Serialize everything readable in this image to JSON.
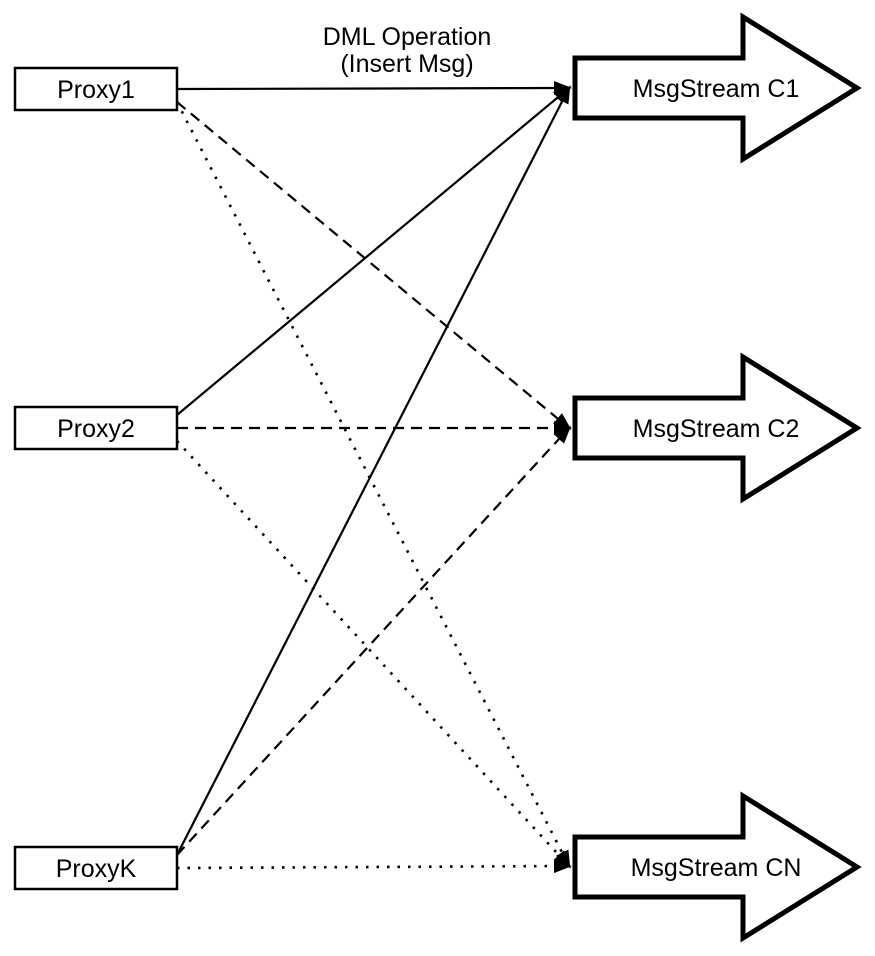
{
  "diagram": {
    "title_label": {
      "line1": "DML Operation",
      "line2": "(Insert Msg)"
    },
    "proxies": [
      {
        "id": "proxy1",
        "label": "Proxy1"
      },
      {
        "id": "proxy2",
        "label": "Proxy2"
      },
      {
        "id": "proxyk",
        "label": "ProxyK"
      }
    ],
    "streams": [
      {
        "id": "c1",
        "label": "MsgStream C1"
      },
      {
        "id": "c2",
        "label": "MsgStream C2"
      },
      {
        "id": "cn",
        "label": "MsgStream CN"
      }
    ],
    "edges": [
      {
        "from": "proxy1",
        "to": "c1",
        "style": "solid"
      },
      {
        "from": "proxy1",
        "to": "c2",
        "style": "dashed"
      },
      {
        "from": "proxy1",
        "to": "cn",
        "style": "dotted"
      },
      {
        "from": "proxy2",
        "to": "c1",
        "style": "solid"
      },
      {
        "from": "proxy2",
        "to": "c2",
        "style": "dashed"
      },
      {
        "from": "proxy2",
        "to": "cn",
        "style": "dotted"
      },
      {
        "from": "proxyk",
        "to": "c1",
        "style": "solid"
      },
      {
        "from": "proxyk",
        "to": "c2",
        "style": "dashed"
      },
      {
        "from": "proxyk",
        "to": "cn",
        "style": "dotted"
      }
    ],
    "colors": {
      "stroke": "#000000",
      "fill": "#ffffff",
      "background": "#ffffff"
    }
  }
}
